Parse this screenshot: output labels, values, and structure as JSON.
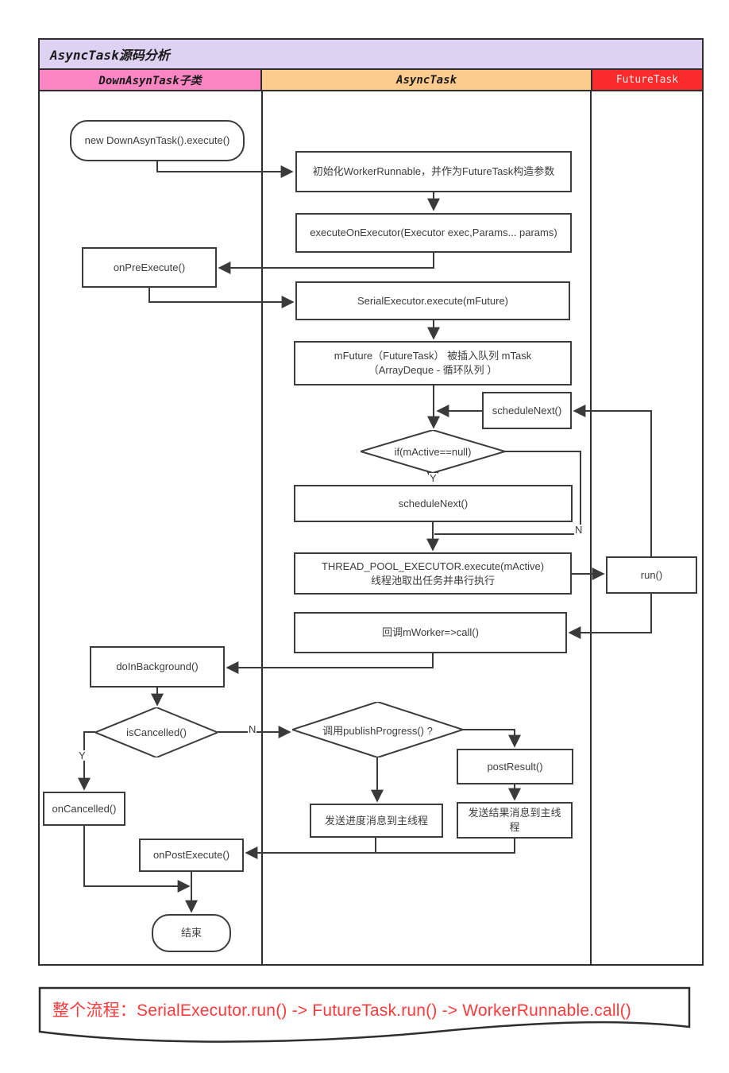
{
  "title": "AsyncTask源码分析",
  "lanes": [
    {
      "label": "DownAsynTask子类",
      "color": "#fc86c4"
    },
    {
      "label": "AsyncTask",
      "color": "#fbcc8e"
    },
    {
      "label": "FutureTask",
      "color": "#fb2b2b"
    }
  ],
  "nodes": {
    "start": "new DownAsynTask().execute()",
    "init_worker": "初始化WorkerRunnable，并作为FutureTask构造参数",
    "execute_on_executor": "executeOnExecutor(Executor exec,Params... params)",
    "on_pre_execute": "onPreExecute()",
    "serial_execute": "SerialExecutor.execute(mFuture)",
    "mfuture_line1": "mFuture（FutureTask） 被插入队列 mTask",
    "mfuture_line2": "（ArrayDeque - 循环队列 ）",
    "schedule_next_side": "scheduleNext()",
    "if_mactive": "if(mActive==null)",
    "schedule_next_main": "scheduleNext()",
    "thread_pool_line1": "THREAD_POOL_EXECUTOR.execute(mActive)",
    "thread_pool_line2": "线程池取出任务并串行执行",
    "run": "run()",
    "callback_call": "回调mWorker=>call()",
    "do_in_background": "doInBackground()",
    "is_cancelled": "isCancelled()",
    "publish_progress": "调用publishProgress() ?",
    "post_result": "postResult()",
    "send_progress": "发送进度消息到主线程",
    "send_result": "发送结果消息到主线程",
    "on_cancelled": "onCancelled()",
    "on_post_execute": "onPostExecute()",
    "end": "结束"
  },
  "edge_labels": {
    "if_mactive_yes": "Y",
    "if_mactive_no": "N",
    "is_cancelled_yes": "Y",
    "is_cancelled_no": "N"
  },
  "footer": "整个流程：SerialExecutor.run() -> FutureTask.run() -> WorkerRunnable.call()",
  "colors": {
    "title_bg": "#ddd2f2",
    "lane1_bg": "#fc86c4",
    "lane2_bg": "#fbcc8e",
    "lane3_bg": "#fb2b2b",
    "lane3_text": "#ffeaea",
    "frame_border": "#2e2e2e",
    "node_border": "#3c3c3c",
    "wire": "#3a3a3a",
    "footer_text": "#fb3b3b"
  }
}
